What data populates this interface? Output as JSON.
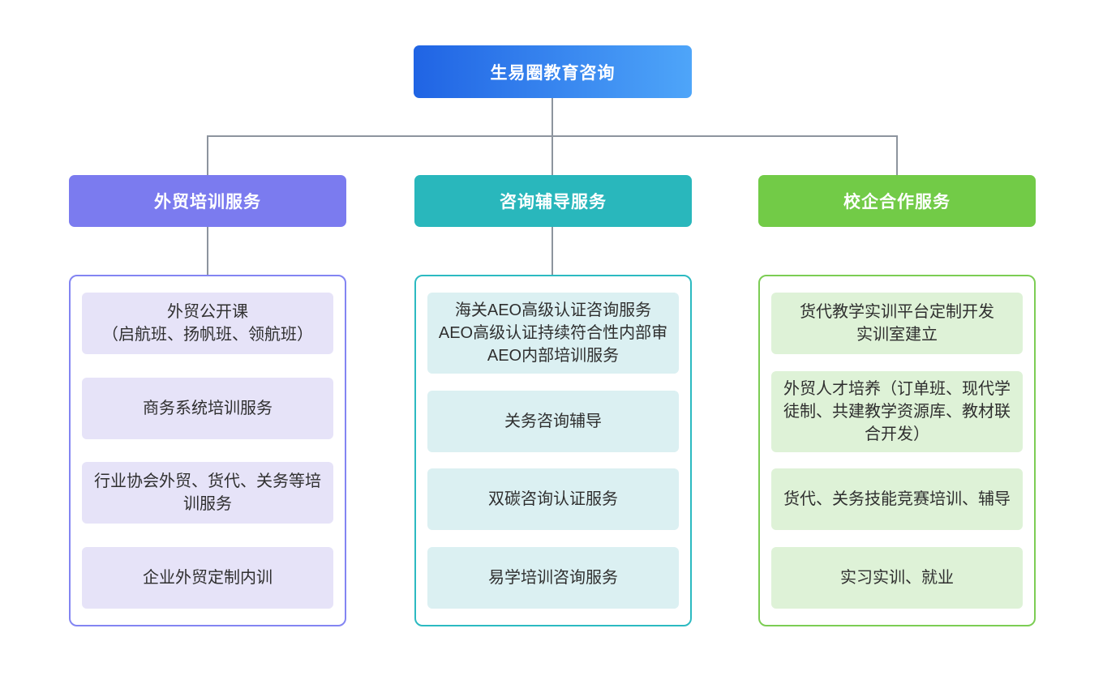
{
  "root": {
    "label": "生易圈教育咨询",
    "gradient_from": "#2064e4",
    "gradient_to": "#4ea5f9"
  },
  "connectors": {
    "color": "#8d949e"
  },
  "columns": [
    {
      "header": "外贸培训服务",
      "header_color": "#7b7bef",
      "border_color": "#8385f2",
      "item_bg": "#e6e3f8",
      "items": [
        {
          "text": "外贸公开课\n（启航班、扬帆班、领航班）"
        },
        {
          "text": "商务系统培训服务"
        },
        {
          "text": "行业协会外贸、货代、关务等培训服务"
        },
        {
          "text": "企业外贸定制内训"
        }
      ]
    },
    {
      "header": "咨询辅导服务",
      "header_color": "#29b7bc",
      "border_color": "#2cbac1",
      "item_bg": "#dbf0f2",
      "items": [
        {
          "text": "海关AEO高级认证咨询服务\nAEO高级认证持续符合性内部审\nAEO内部培训服务"
        },
        {
          "text": "关务咨询辅导"
        },
        {
          "text": "双碳咨询认证服务"
        },
        {
          "text": "易学培训咨询服务"
        }
      ]
    },
    {
      "header": "校企合作服务",
      "header_color": "#72cb47",
      "border_color": "#7ccd54",
      "item_bg": "#def2d7",
      "items": [
        {
          "text": "货代教学实训平台定制开发\n实训室建立"
        },
        {
          "text": "外贸人才培养（订单班、现代学徒制、共建教学资源库、教材联合开发）"
        },
        {
          "text": "货代、关务技能竞赛培训、辅导"
        },
        {
          "text": "实习实训、就业"
        }
      ]
    }
  ]
}
